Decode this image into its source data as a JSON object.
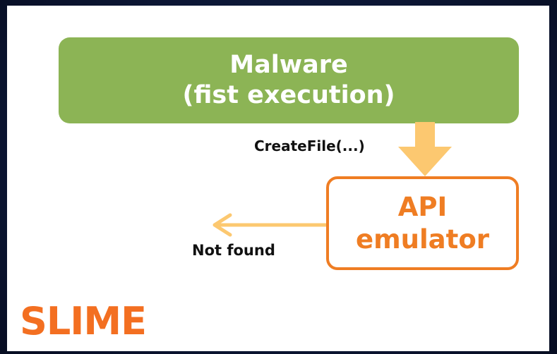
{
  "diagram": {
    "malware": {
      "line1": "Malware",
      "line2": "(fist execution)"
    },
    "api_call_label": "CreateFile(...)",
    "emulator": {
      "line1": "API",
      "line2": "emulator"
    },
    "result_label": "Not found",
    "title": "SLIME"
  },
  "colors": {
    "malware_fill": "#8cb455",
    "emulator_border": "#ef7d23",
    "arrow": "#fcc870",
    "title": "#f36f21"
  }
}
